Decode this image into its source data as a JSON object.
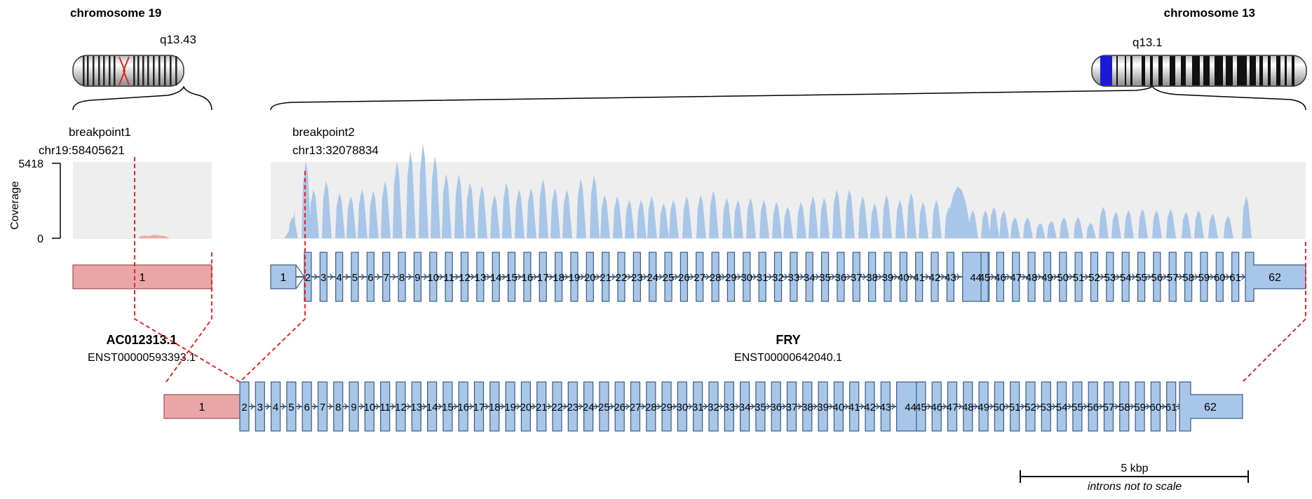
{
  "chromosome_left": {
    "name": "chromosome 19",
    "band": "q13.43"
  },
  "chromosome_right": {
    "name": "chromosome 13",
    "band": "q13.1"
  },
  "breakpoint1": {
    "label": "breakpoint1",
    "position": "chr19:58405621"
  },
  "breakpoint2": {
    "label": "breakpoint2",
    "position": "chr13:32078834"
  },
  "coverage": {
    "axis_label": "Coverage",
    "max": "5418",
    "min": "0"
  },
  "gene_left": {
    "name": "AC012313.1",
    "transcript": "ENST00000593393.1",
    "exons": [
      "1"
    ]
  },
  "gene_right": {
    "name": "FRY",
    "transcript": "ENST00000642040.1",
    "exons": [
      "1",
      "2",
      "3",
      "4",
      "5",
      "6",
      "7",
      "8",
      "9",
      "10",
      "11",
      "12",
      "13",
      "14",
      "15",
      "16",
      "17",
      "18",
      "19",
      "20",
      "21",
      "22",
      "23",
      "24",
      "25",
      "26",
      "27",
      "28",
      "29",
      "30",
      "31",
      "32",
      "33",
      "34",
      "35",
      "36",
      "37",
      "38",
      "39",
      "40",
      "41",
      "42",
      "43",
      "44",
      "45",
      "46",
      "47",
      "48",
      "49",
      "50",
      "51",
      "52",
      "53",
      "54",
      "55",
      "56",
      "57",
      "58",
      "59",
      "60",
      "61",
      "62"
    ],
    "fused_exons": [
      "2",
      "3",
      "4",
      "5",
      "6",
      "7",
      "8",
      "9",
      "10",
      "11",
      "12",
      "13",
      "14",
      "15",
      "16",
      "17",
      "18",
      "19",
      "20",
      "21",
      "22",
      "23",
      "24",
      "25",
      "26",
      "27",
      "28",
      "29",
      "30",
      "31",
      "32",
      "33",
      "34",
      "35",
      "36",
      "37",
      "38",
      "39",
      "40",
      "41",
      "42",
      "43",
      "44",
      "45",
      "46",
      "47",
      "48",
      "49",
      "50",
      "51",
      "52",
      "53",
      "54",
      "55",
      "56",
      "57",
      "58",
      "59",
      "60",
      "61",
      "62"
    ]
  },
  "scale": {
    "label": "5 kbp",
    "note": "introns not to scale"
  },
  "colors": {
    "left_gene_fill": "#e8a6a6",
    "left_gene_stroke": "#a0504e",
    "right_gene_fill": "#a8c6e8",
    "right_gene_stroke": "#3b5d86",
    "coverage_bg": "#eeeeee",
    "right_coverage": "#a8c6e8",
    "left_coverage": "#f0a8a8",
    "breakpoint_line": "#ee1111",
    "centromere_left": "#dd2222",
    "band_highlight": "#1a1ad6"
  }
}
